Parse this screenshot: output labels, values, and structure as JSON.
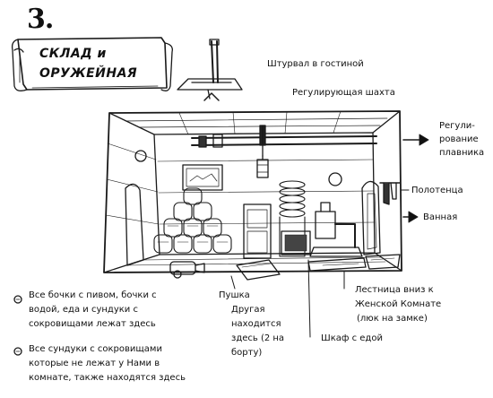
{
  "page_number": "3.",
  "title": {
    "line1": "СКЛАД и",
    "line2": "ОРУЖЕЙНАЯ"
  },
  "labels": {
    "helm": "Штурвал в гостиной",
    "shaft": "Регулирующая шахта",
    "fin_line1": "Регули-",
    "fin_line2": "рование",
    "fin_line3": "плавника",
    "towels": "Полотенца",
    "bath": "Ванная",
    "cannon": "Пушка",
    "other": [
      "Другая",
      "находится",
      "здесь (2 на",
      "борту)"
    ],
    "stairs": [
      "Лестница вниз к",
      "Женской Комнате",
      "(люк на замке)"
    ],
    "cupboard": "Шкаф с едой",
    "barrels_note": [
      "Все бочки с пивом, бочки с",
      "водой, еда и сундуки с",
      "сокровищами лежат здесь"
    ],
    "chests_note": [
      "Все сундуки с сокровищами",
      "которые не лежат у Нами в",
      "комнате, также находятся здесь"
    ]
  }
}
